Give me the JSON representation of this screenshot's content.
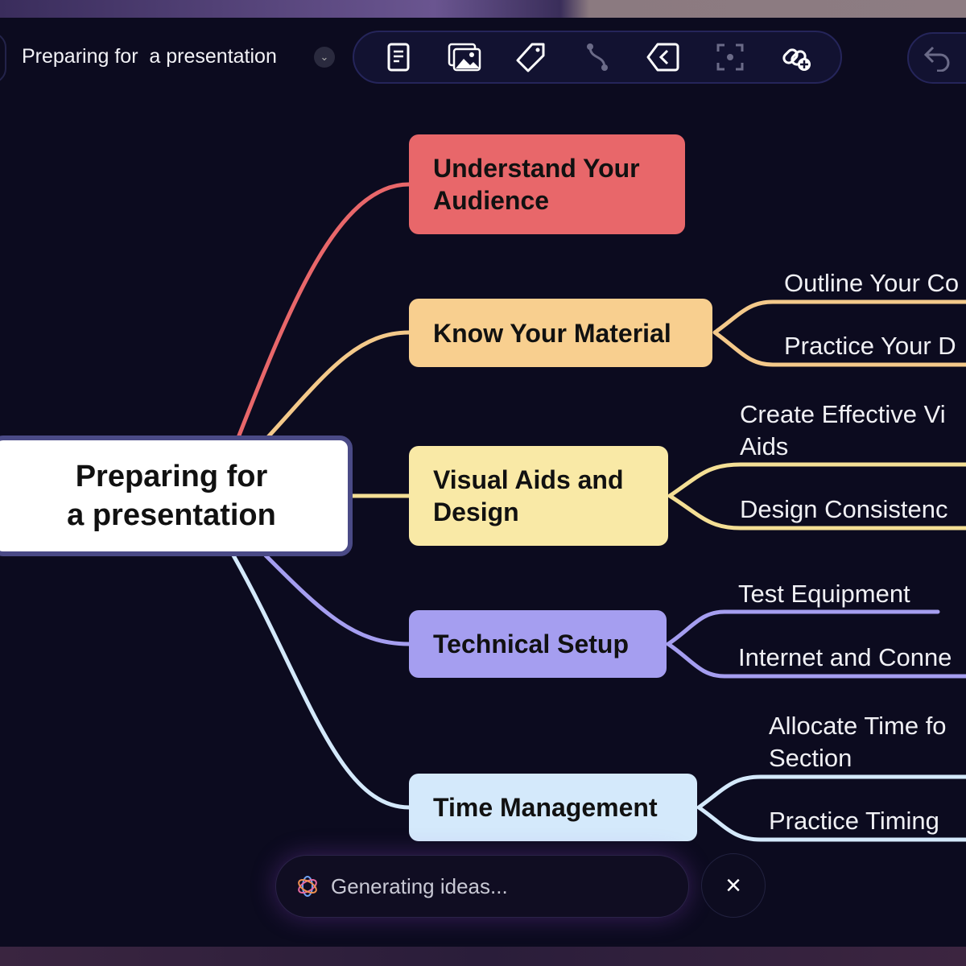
{
  "header": {
    "title": "Preparing for  a presentation",
    "dropdown_icon": "chevron-down-icon"
  },
  "toolbar": {
    "icons": [
      "note-icon",
      "images-icon",
      "tag-icon",
      "connector-icon",
      "back-chevron-icon",
      "focus-icon",
      "link-add-icon"
    ]
  },
  "mindmap": {
    "root": {
      "line1": "Preparing for",
      "line2": "a presentation"
    },
    "branches": [
      {
        "label": "Understand Your Audience",
        "color": "#e8676a",
        "children": []
      },
      {
        "label": "Know Your Material",
        "color": "#f8cf8f",
        "children": [
          "Outline Your Co",
          "Practice Your D"
        ]
      },
      {
        "label": "Visual Aids and Design",
        "color": "#f9e9a6",
        "children": [
          "Create Effective Vi\nAids",
          "Design Consistenc"
        ]
      },
      {
        "label": "Technical Setup",
        "color": "#a59ef0",
        "children": [
          "Test Equipment",
          "Internet and Conne"
        ]
      },
      {
        "label": "Time Management",
        "color": "#d4e9fb",
        "children": [
          "Allocate Time fo\nSection",
          "Practice Timing"
        ]
      }
    ]
  },
  "status": {
    "text": "Generating ideas...",
    "close": "×"
  }
}
